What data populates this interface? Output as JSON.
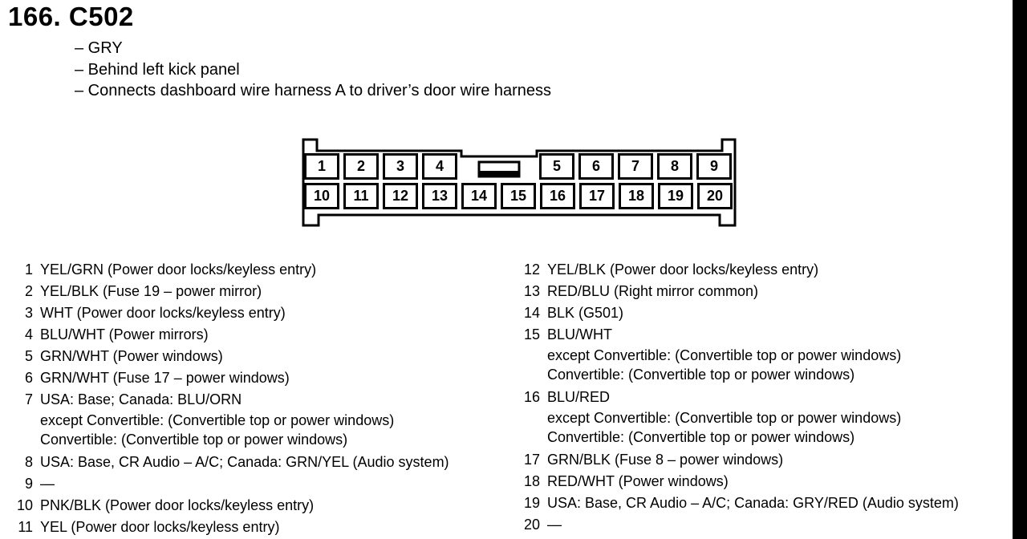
{
  "title": "166. C502",
  "notes": [
    "– GRY",
    "– Behind left kick panel",
    "– Connects dashboard wire harness A to driver’s door wire harness"
  ],
  "connector": {
    "top_row": [
      "1",
      "2",
      "3",
      "4",
      "5",
      "6",
      "7",
      "8",
      "9"
    ],
    "bottom_row": [
      "10",
      "11",
      "12",
      "13",
      "14",
      "15",
      "16",
      "17",
      "18",
      "19",
      "20"
    ]
  },
  "pins_left": [
    {
      "num": "1",
      "text": "YEL/GRN (Power door locks/keyless entry)"
    },
    {
      "num": "2",
      "text": "YEL/BLK (Fuse 19 – power mirror)"
    },
    {
      "num": "3",
      "text": "WHT (Power door locks/keyless entry)"
    },
    {
      "num": "4",
      "text": "BLU/WHT (Power mirrors)"
    },
    {
      "num": "5",
      "text": "GRN/WHT (Power windows)"
    },
    {
      "num": "6",
      "text": "GRN/WHT (Fuse 17 – power windows)"
    },
    {
      "num": "7",
      "text": "USA: Base; Canada: BLU/ORN",
      "sub": [
        "except Convertible: (Convertible top or power windows)",
        "Convertible: (Convertible top or power windows)"
      ]
    },
    {
      "num": "8",
      "text": "USA: Base, CR Audio – A/C; Canada: GRN/YEL (Audio system)"
    },
    {
      "num": "9",
      "text": "—"
    },
    {
      "num": "10",
      "text": "PNK/BLK (Power door locks/keyless entry)"
    },
    {
      "num": "11",
      "text": "YEL (Power door locks/keyless entry)"
    }
  ],
  "pins_right": [
    {
      "num": "12",
      "text": "YEL/BLK (Power door locks/keyless entry)"
    },
    {
      "num": "13",
      "text": "RED/BLU (Right mirror common)"
    },
    {
      "num": "14",
      "text": "BLK (G501)"
    },
    {
      "num": "15",
      "text": "BLU/WHT",
      "sub": [
        "except Convertible: (Convertible top or power windows)",
        "Convertible: (Convertible top or power windows)"
      ]
    },
    {
      "num": "16",
      "text": "BLU/RED",
      "sub": [
        "except Convertible: (Convertible top or power windows)",
        "Convertible: (Convertible top or power windows)"
      ]
    },
    {
      "num": "17",
      "text": "GRN/BLK (Fuse 8 – power windows)"
    },
    {
      "num": "18",
      "text": "RED/WHT (Power windows)"
    },
    {
      "num": "19",
      "text": "USA: Base, CR Audio – A/C; Canada: GRY/RED (Audio system)"
    },
    {
      "num": "20",
      "text": "—"
    }
  ]
}
